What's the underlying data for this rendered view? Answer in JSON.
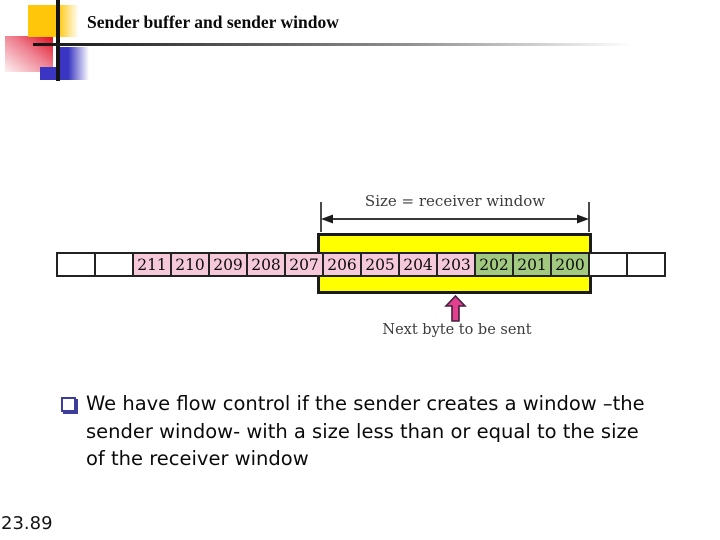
{
  "slide": {
    "title": "Sender buffer and sender window",
    "page_number": "23.89"
  },
  "diagram": {
    "size_label": "Size = receiver window",
    "next_byte_label": "Next byte to be sent",
    "cells": [
      {
        "label": "",
        "state": "empty"
      },
      {
        "label": "",
        "state": "empty"
      },
      {
        "label": "211",
        "state": "buffered"
      },
      {
        "label": "210",
        "state": "buffered"
      },
      {
        "label": "209",
        "state": "buffered"
      },
      {
        "label": "208",
        "state": "buffered"
      },
      {
        "label": "207",
        "state": "buffered"
      },
      {
        "label": "206",
        "state": "in-window-unsent"
      },
      {
        "label": "205",
        "state": "in-window-unsent"
      },
      {
        "label": "204",
        "state": "in-window-unsent"
      },
      {
        "label": "203",
        "state": "in-window-unsent"
      },
      {
        "label": "202",
        "state": "in-window-sent"
      },
      {
        "label": "201",
        "state": "in-window-sent"
      },
      {
        "label": "200",
        "state": "in-window-sent"
      },
      {
        "label": "",
        "state": "empty"
      },
      {
        "label": "",
        "state": "empty"
      }
    ],
    "colors": {
      "window_fill": "#ffff00",
      "cell_pink": "#f6c9da",
      "cell_green": "#a1c97f",
      "arrow_pink": "#e2418f",
      "accent_blue": "#3d3d9b"
    },
    "icons": {
      "bullet_icon": "hollow-square-bullet",
      "measure_icon": "double-headed-arrow",
      "pointer_icon": "up-arrow"
    }
  },
  "bullet": {
    "lines": [
      "We have flow control if the sender creates a window –the",
      "sender window- with a size less than or equal to the size",
      "of the receiver window"
    ]
  }
}
